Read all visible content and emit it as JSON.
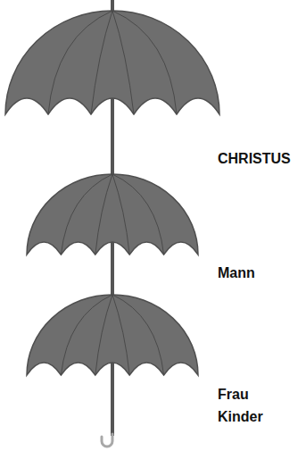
{
  "diagram": {
    "labels": [
      "CHRISTUS",
      "Mann",
      "Frau",
      "Kinder"
    ]
  }
}
